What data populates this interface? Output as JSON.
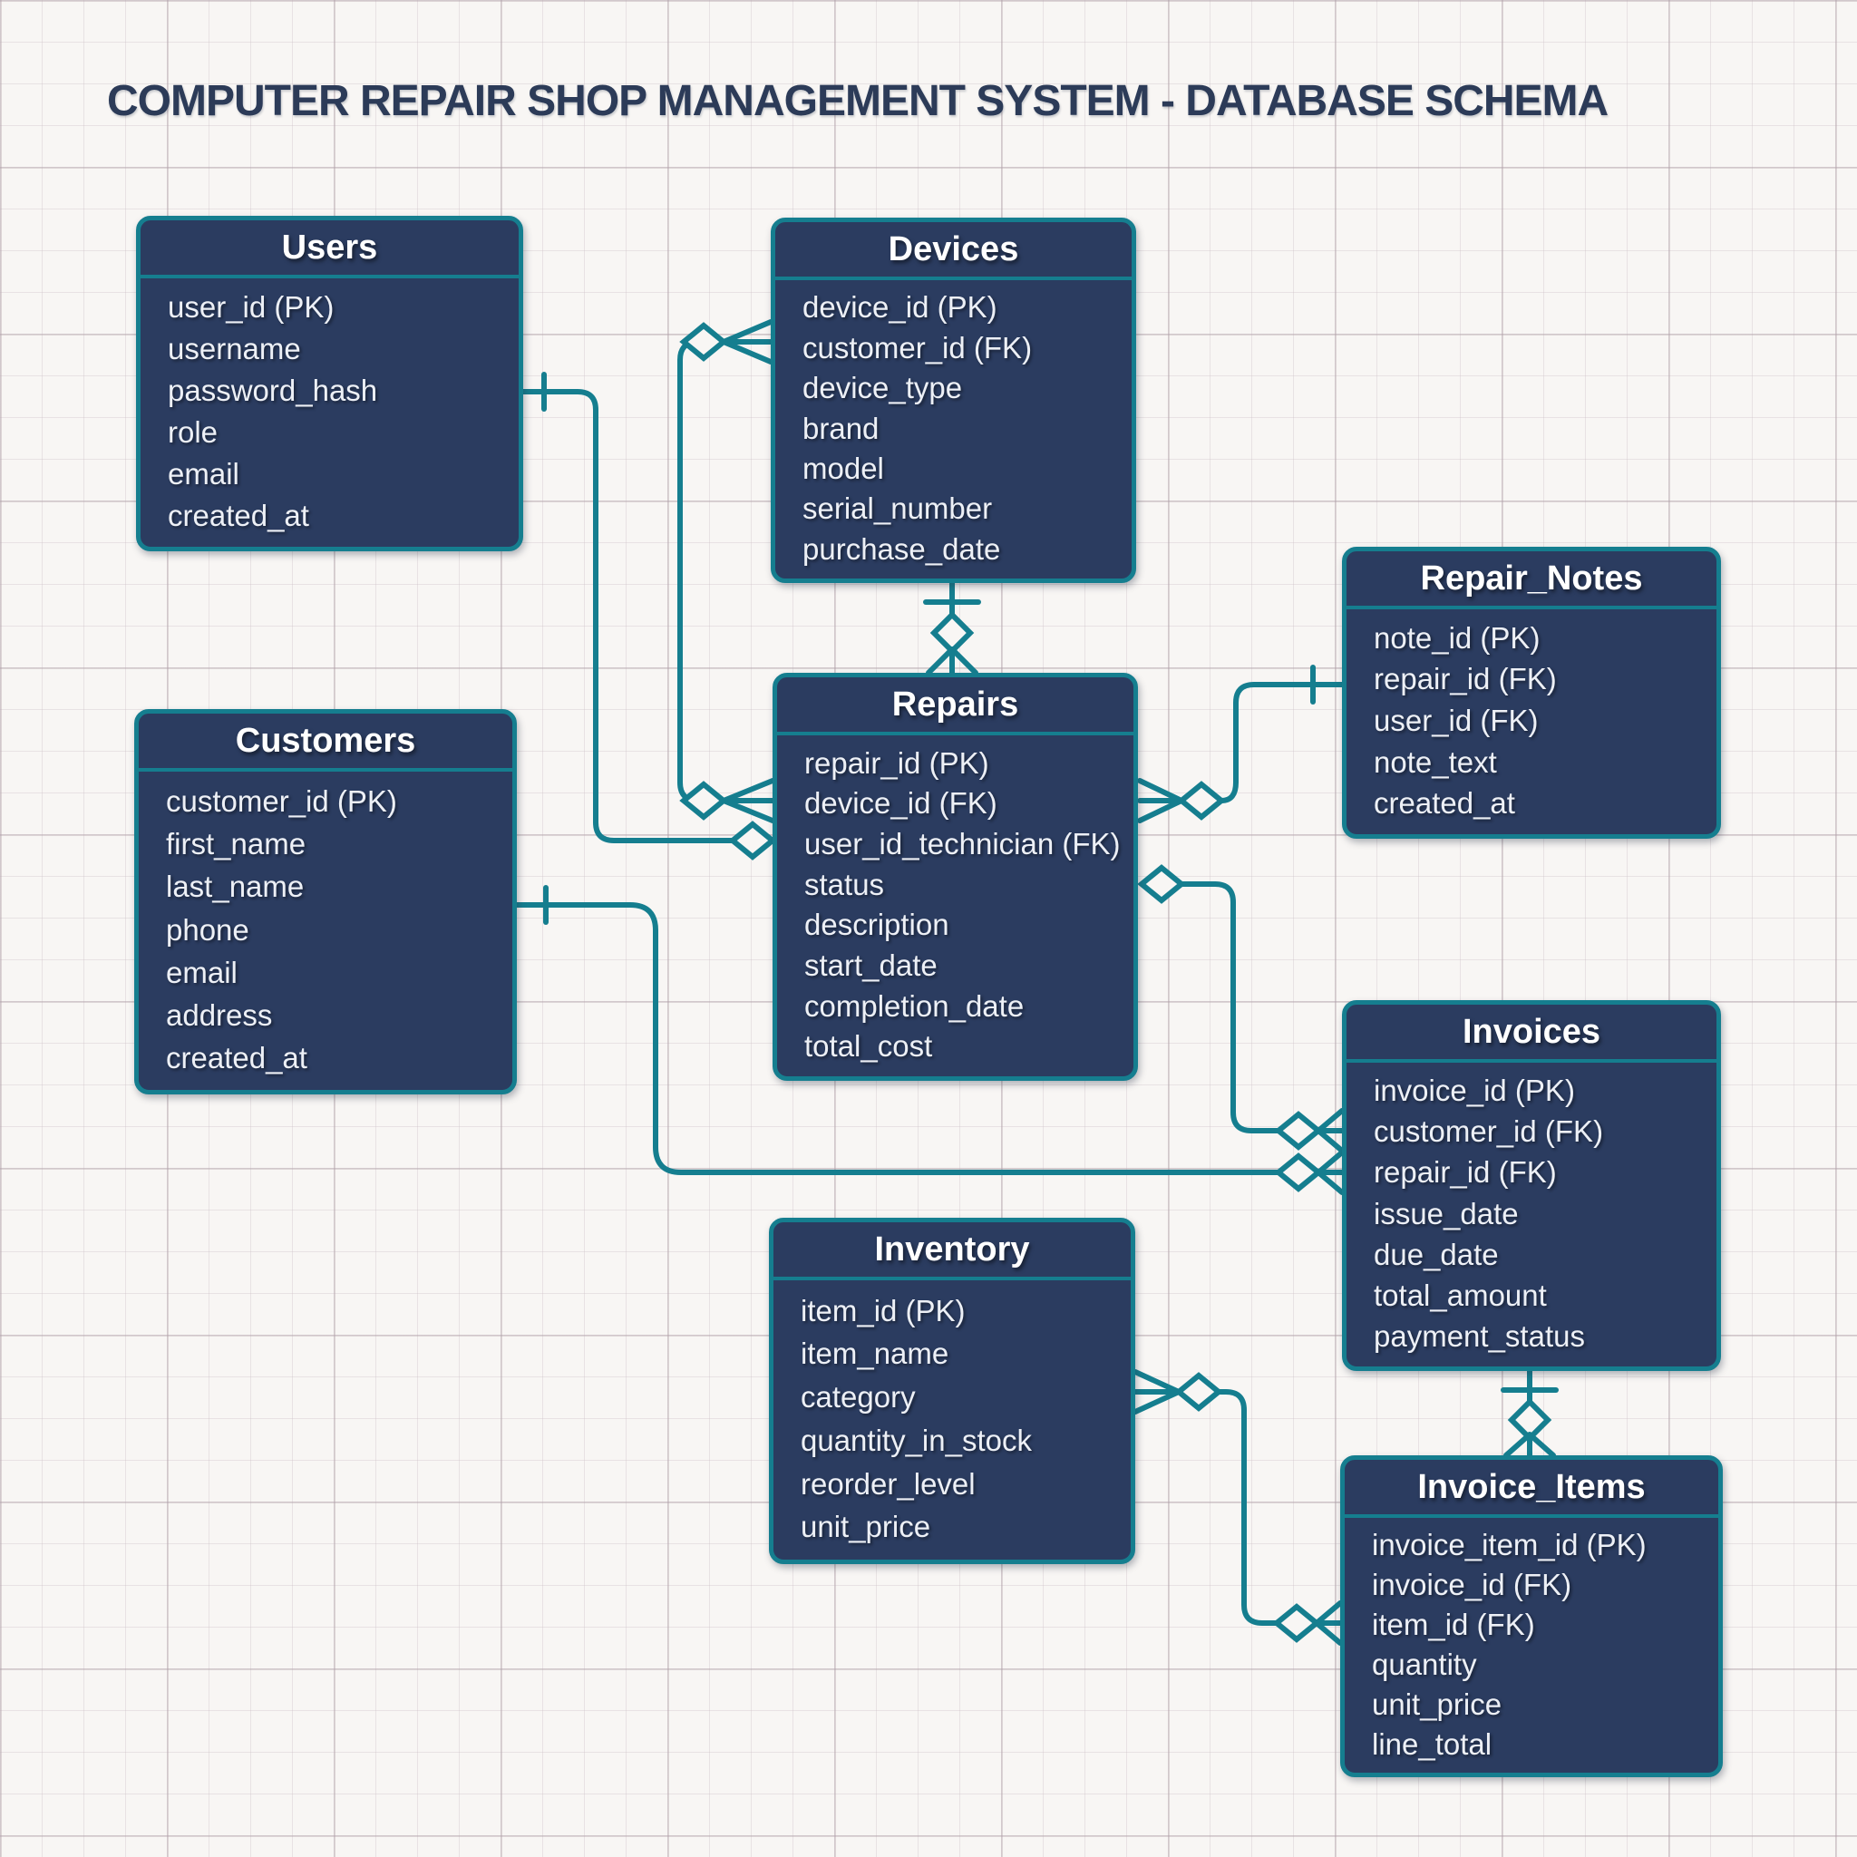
{
  "title": "COMPUTER REPAIR SHOP MANAGEMENT SYSTEM - DATABASE SCHEMA",
  "colors": {
    "paper": "#f8f6f4",
    "grid_line": "#cbbec4",
    "entity_fill": "#2b3c60",
    "entity_border": "#157e8f",
    "connector": "#157e8f",
    "header_text": "#ffffff",
    "field_text": "#edf0f6",
    "title_text": "#2c3b58"
  },
  "entities": {
    "users": {
      "title": "Users",
      "fields": [
        "user_id (PK)",
        "username",
        "password_hash",
        "role",
        "email",
        "created_at"
      ]
    },
    "devices": {
      "title": "Devices",
      "fields": [
        "device_id (PK)",
        "customer_id (FK)",
        "device_type",
        "brand",
        "model",
        "serial_number",
        "purchase_date"
      ]
    },
    "repair_notes": {
      "title": "Repair_Notes",
      "fields": [
        "note_id (PK)",
        "repair_id (FK)",
        "user_id (FK)",
        "note_text",
        "created_at"
      ]
    },
    "customers": {
      "title": "Customers",
      "fields": [
        "customer_id (PK)",
        "first_name",
        "last_name",
        "phone",
        "email",
        "address",
        "created_at"
      ]
    },
    "repairs": {
      "title": "Repairs",
      "fields": [
        "repair_id (PK)",
        "device_id (FK)",
        "user_id_technician (FK)",
        "status",
        "description",
        "start_date",
        "completion_date",
        "total_cost"
      ]
    },
    "invoices": {
      "title": "Invoices",
      "fields": [
        "invoice_id (PK)",
        "customer_id (FK)",
        "repair_id (FK)",
        "issue_date",
        "due_date",
        "total_amount",
        "payment_status"
      ]
    },
    "inventory": {
      "title": "Inventory",
      "fields": [
        "item_id (PK)",
        "item_name",
        "category",
        "quantity_in_stock",
        "reorder_level",
        "unit_price"
      ]
    },
    "invoice_items": {
      "title": "Invoice_Items",
      "fields": [
        "invoice_item_id (PK)",
        "invoice_id (FK)",
        "item_id (FK)",
        "quantity",
        "unit_price",
        "line_total"
      ]
    }
  },
  "relationships": [
    {
      "from": "Users",
      "to": "Repairs",
      "from_marker": "one",
      "to_marker": "zero-or-one"
    },
    {
      "from": "Devices",
      "to": "Repairs",
      "from_marker": "zero-or-many",
      "to_marker": "zero-or-many"
    },
    {
      "from": "Devices",
      "to": "Repairs",
      "from_marker": "one",
      "to_marker": "zero-or-many"
    },
    {
      "from": "Customers",
      "to": "Invoices",
      "from_marker": "one",
      "to_marker": "zero-or-many"
    },
    {
      "from": "Repairs",
      "to": "Invoices",
      "from_marker": "zero-or-one",
      "to_marker": "zero-or-many"
    },
    {
      "from": "Repairs",
      "to": "Repair_Notes",
      "from_marker": "zero-or-many",
      "to_marker": "one"
    },
    {
      "from": "Invoices",
      "to": "Invoice_Items",
      "from_marker": "one",
      "to_marker": "zero-or-many"
    },
    {
      "from": "Inventory",
      "to": "Invoice_Items",
      "from_marker": "zero-or-many",
      "to_marker": "zero-or-many"
    }
  ]
}
